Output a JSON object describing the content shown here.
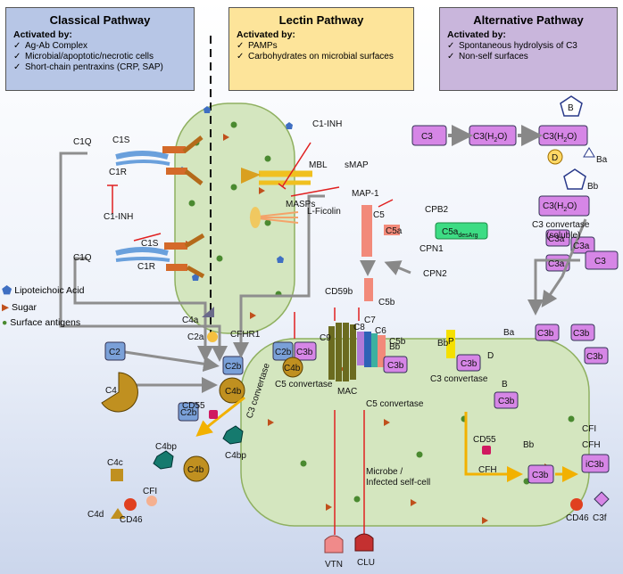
{
  "classical": {
    "title": "Classical Pathway",
    "activated": "Activated by:",
    "items": [
      "Ag-Ab Complex",
      "Microbial/apoptotic/necrotic cells",
      "Short-chain pentraxins (CRP, SAP)"
    ]
  },
  "lectin": {
    "title": "Lectin Pathway",
    "activated": "Activated by:",
    "items": [
      "PAMPs",
      "Carbohydrates on microbial surfaces"
    ]
  },
  "alternative": {
    "title": "Alternative Pathway",
    "activated": "Activated by:",
    "items": [
      "Spontaneous hydrolysis of C3",
      "Non-self surfaces"
    ]
  },
  "legend": {
    "lta": "Lipoteichoic Acid",
    "sugar": "Sugar",
    "surface": "Surface antigens"
  },
  "labels": {
    "c1q": "C1Q",
    "c1s": "C1S",
    "c1r": "C1R",
    "c1inh": "C1-INH",
    "mbl": "MBL",
    "smap": "sMAP",
    "map1": "MAP-1",
    "masps": "MASPs",
    "lficolin": "L-Ficolin",
    "c5": "C5",
    "c5a": "C5a",
    "cpb2": "CPB2",
    "c5a_desarg": "C5a",
    "desarg": "desArg",
    "cpn1": "CPN1",
    "cpn2": "CPN2",
    "c5b": "C5b",
    "cd59b": "CD59b",
    "c9": "C9",
    "c8": "C8",
    "c7": "C7",
    "c6": "C6",
    "mac": "MAC",
    "cfhr1": "CFHR1",
    "c2b": "C2b",
    "c3b": "C3b",
    "c4b": "C4b",
    "c5conv": "C5 convertase",
    "c3conv": "C3 convertase",
    "c4a": "C4a",
    "c2a": "C2a",
    "c2": "C2",
    "c4": "C4",
    "cd55": "CD55",
    "c4bp": "C4bp",
    "c4c": "C4c",
    "c4d": "C4d",
    "cd46": "CD46",
    "cfi": "CFI",
    "cfh": "CFH",
    "vtn": "VTN",
    "clu": "CLU",
    "microbe": "Microbe /",
    "infected": "Infected self-cell",
    "c3": "C3",
    "c3h2o": "C3(H",
    "c3h2o_b": "O)",
    "h2sub": "2",
    "b": "B",
    "d": "D",
    "ba": "Ba",
    "bb": "Bb",
    "c3conv_soluble": "C3 convertase",
    "soluble": "(soluble)",
    "c3a": "C3a",
    "p": "P",
    "ic3b": "iC3b",
    "c3f": "C3f"
  }
}
